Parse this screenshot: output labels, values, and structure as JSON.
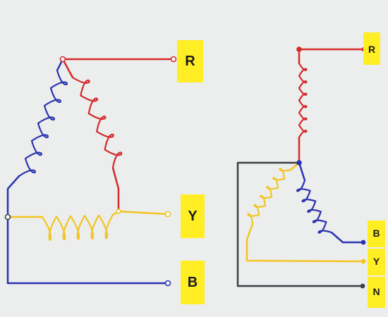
{
  "colors": {
    "background": "#eceded",
    "phase_r": "#d42a2a",
    "phase_y": "#f2c521",
    "phase_b": "#2a33b0",
    "neutral": "#3c4146",
    "label_bg": "#ffee24"
  },
  "delta_connection": {
    "terminals": [
      {
        "label": "R",
        "phase": "phase_r"
      },
      {
        "label": "Y",
        "phase": "phase_y"
      },
      {
        "label": "B",
        "phase": "phase_b"
      }
    ]
  },
  "star_connection": {
    "terminals": [
      {
        "label": "R",
        "phase": "phase_r"
      },
      {
        "label": "B",
        "phase": "phase_b"
      },
      {
        "label": "Y",
        "phase": "phase_y"
      },
      {
        "label": "N",
        "phase": "neutral"
      }
    ]
  }
}
